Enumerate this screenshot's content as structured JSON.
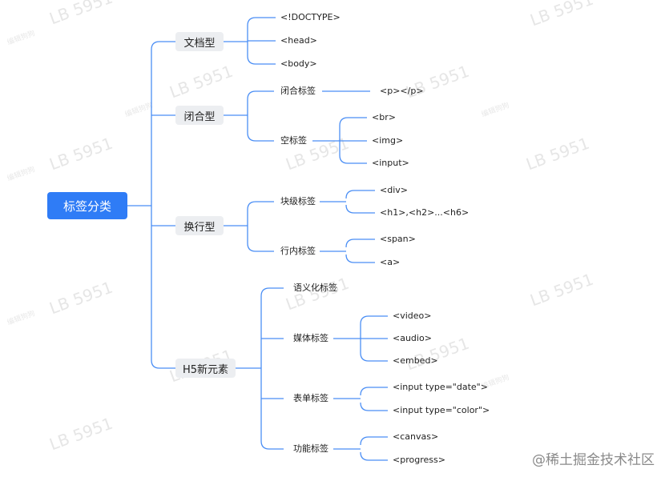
{
  "root": "标签分类",
  "groups": {
    "doctype": {
      "label": "文档型",
      "items": [
        "<!DOCTYPE>",
        "<head>",
        "<body>"
      ]
    },
    "closure": {
      "label": "闭合型",
      "closed": {
        "label": "闭合标签",
        "items": [
          "<p></p>"
        ]
      },
      "empty": {
        "label": "空标签",
        "items": [
          "<br>",
          "<img>",
          "<input>"
        ]
      }
    },
    "wrap": {
      "label": "换行型",
      "block": {
        "label": "块级标签",
        "items": [
          "<div>",
          "<h1>,<h2>...<h6>"
        ]
      },
      "inline": {
        "label": "行内标签",
        "items": [
          "<span>",
          "<a>"
        ]
      }
    },
    "h5": {
      "label": "H5新元素",
      "semantic": {
        "label": "语义化标签"
      },
      "media": {
        "label": "媒体标签",
        "items": [
          "<video>",
          "<audio>",
          "<embed>"
        ]
      },
      "form": {
        "label": "表单标签",
        "items": [
          "<input type=\"date\">",
          "<input type=\"color\">"
        ]
      },
      "func": {
        "label": "功能标签",
        "items": [
          "<canvas>",
          "<progress>"
        ]
      }
    }
  },
  "watermark": {
    "code": "LB 5951",
    "name": "编辑狗狗"
  },
  "credit": "@稀土掘金技术社区",
  "colors": {
    "accent": "#2f7cf6",
    "line": "#4a8ef5",
    "node_bg": "#eceef1"
  }
}
